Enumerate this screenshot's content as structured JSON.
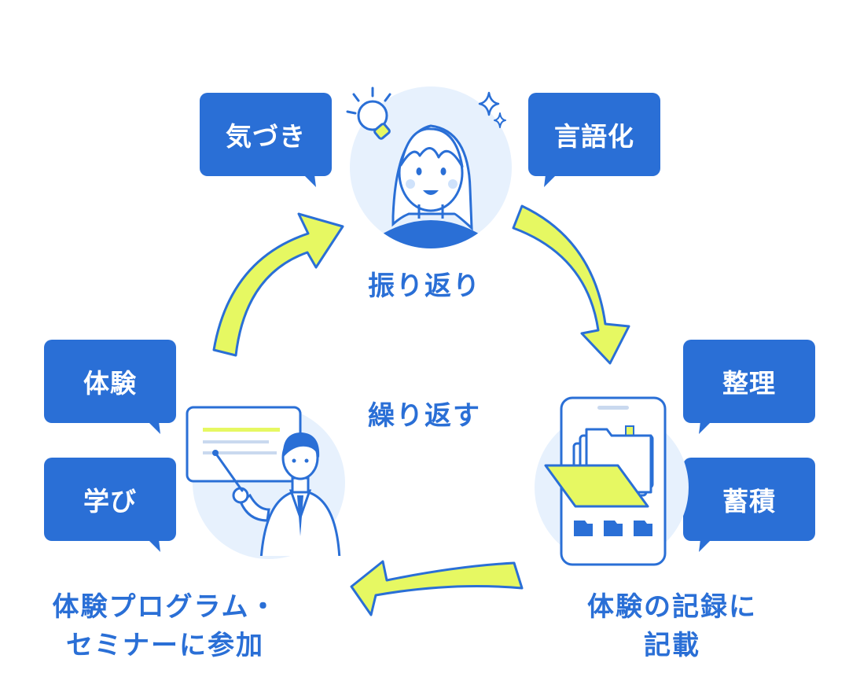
{
  "colors": {
    "blue": "#2a6fd6",
    "lime": "#e6f862",
    "light": "#e7f1fd",
    "outline": "#2a6fd6"
  },
  "center": {
    "top": "振り返り",
    "middle": "繰り返す"
  },
  "bubbles": {
    "kizuki": "気づき",
    "gengoka": "言語化",
    "taiken": "体験",
    "manabi": "学び",
    "seiri": "整理",
    "chikuseki": "蓄積"
  },
  "labels": {
    "program_line1": "体験プログラム・",
    "program_line2": "セミナーに参加",
    "record_line1": "体験の記録に",
    "record_line2": "記載"
  },
  "icons": [
    "lightbulb-icon",
    "sparkle-icon",
    "woman-avatar-icon",
    "presenter-icon",
    "smartphone-folder-icon",
    "cycle-arrow-icon"
  ]
}
